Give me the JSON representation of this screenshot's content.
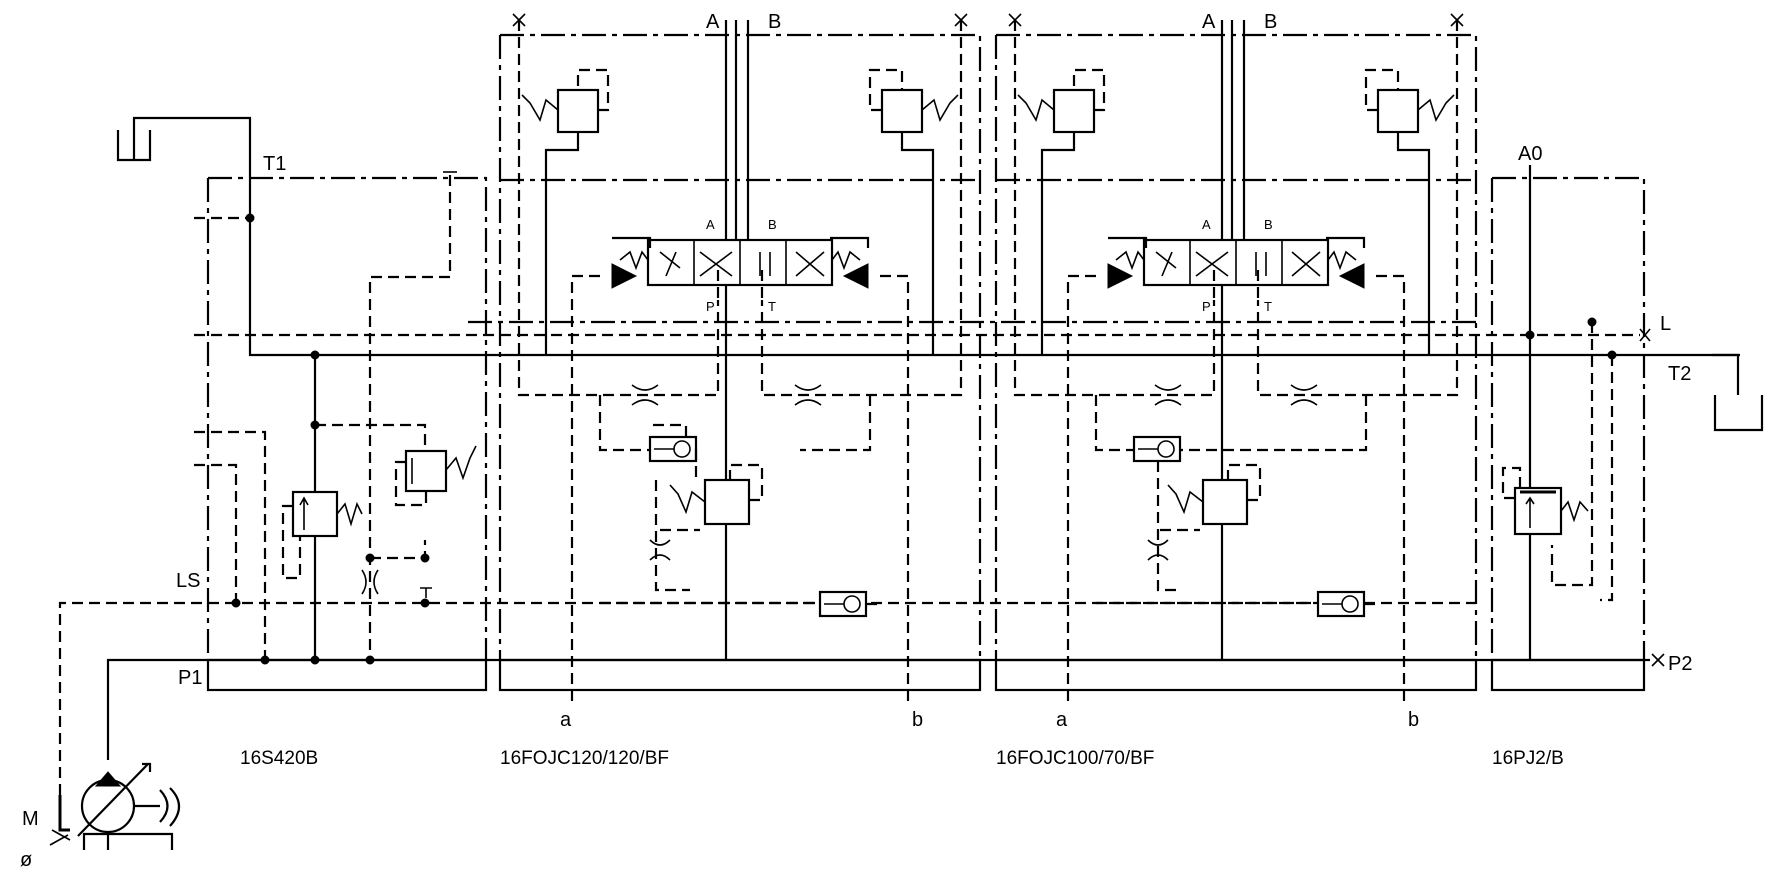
{
  "ports": {
    "t1": "T1",
    "t2": "T2",
    "l": "L",
    "p1": "P1",
    "p2": "P2",
    "ls": "LS",
    "a0": "A0",
    "m": "M",
    "phi": "ø",
    "s1_a": "A",
    "s1_b": "B",
    "s2_a": "A",
    "s2_b": "B",
    "s1_spool_a": "A",
    "s1_spool_b": "B",
    "s1_spool_p": "P",
    "s1_spool_t": "T",
    "s2_spool_a": "A",
    "s2_spool_b": "B",
    "s2_spool_p": "P",
    "s2_spool_t": "T",
    "s1_pilot_a": "a",
    "s1_pilot_b": "b",
    "s2_pilot_a": "a",
    "s2_pilot_b": "b"
  },
  "modules": {
    "inlet": "16S420B",
    "section1": "16FOJC120/120/BF",
    "section2": "16FOJC100/70/BF",
    "end": "16PJ2/B"
  }
}
